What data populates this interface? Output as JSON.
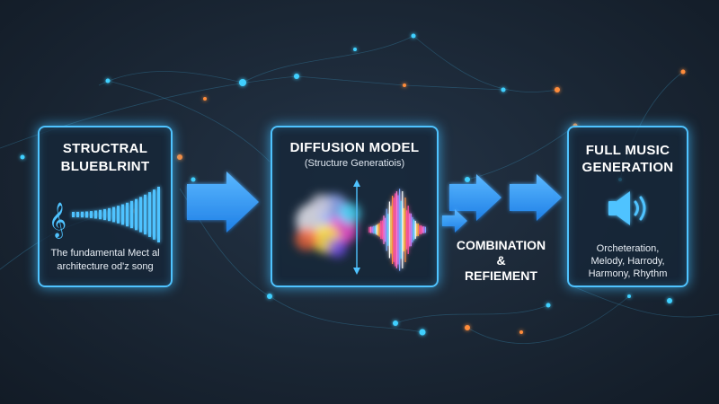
{
  "stages": [
    {
      "title_line1": "STRUCTRAL",
      "title_line2": "BLUEBLRINT",
      "description_line1": "The fundamental Mect al",
      "description_line2": "architecture od'z song",
      "icon": "treble-clef-icon"
    },
    {
      "title": "DIFFUSION MODEL",
      "subtitle": "(Structure Generatiois)",
      "icons": [
        "color-cloud-icon",
        "waveform-icon"
      ]
    },
    {
      "title_line1": "FULL MUSIC",
      "title_line2": "GENERATION",
      "description_line1": "Orcheteration,",
      "description_line2": "Melody, Harrody,",
      "description_line3": "Harmony, Rhythm",
      "icon": "speaker-icon"
    }
  ],
  "middle_step": {
    "line1": "COMBINATION",
    "line2": "&",
    "line3": "REFIEMENT"
  },
  "colors": {
    "accent": "#4fc3ff",
    "arrow": "#2e9bff",
    "background": "#1a2634",
    "node_blue": "#3fd0ff",
    "node_orange": "#ff8c3a"
  }
}
